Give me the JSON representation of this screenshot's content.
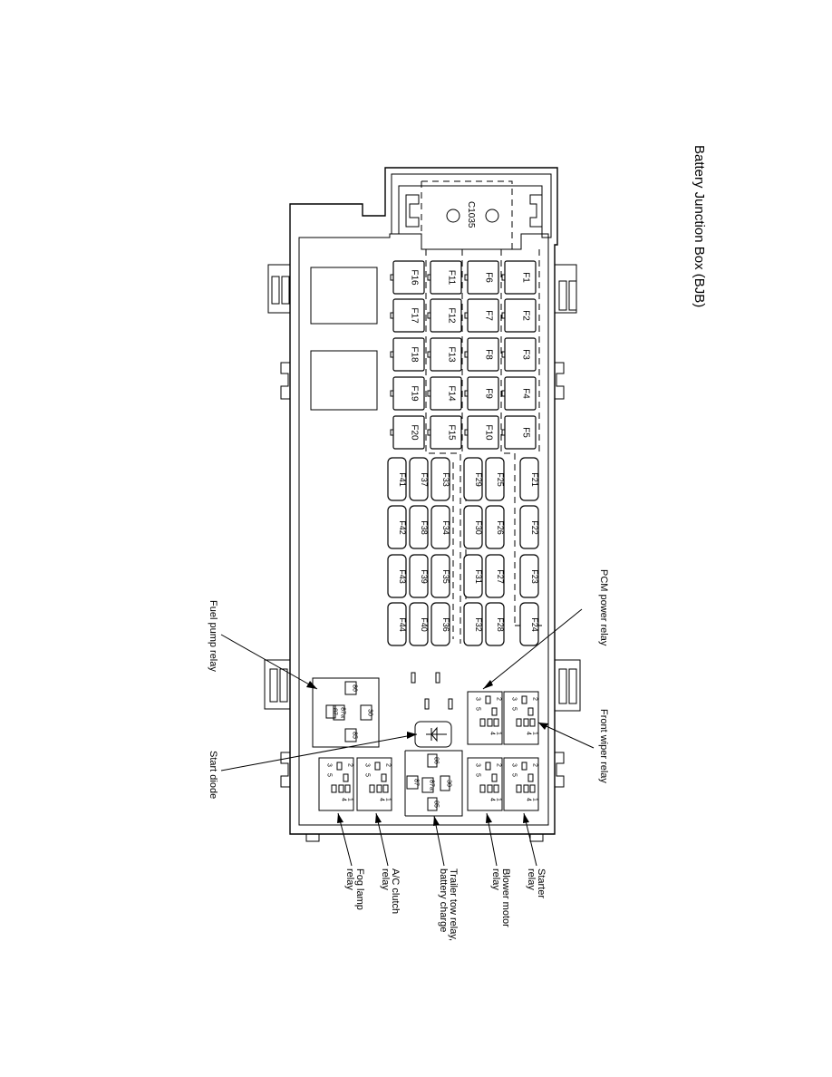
{
  "title": "Battery Junction Box (BJB)",
  "connector": "C1035",
  "fuses_top": [
    [
      "F1",
      "F2",
      "F3",
      "F4",
      "F5"
    ],
    [
      "F6",
      "F7",
      "F8",
      "F9",
      "F10"
    ],
    [
      "F11",
      "F12",
      "F13",
      "F14",
      "F15"
    ],
    [
      "F16",
      "F17",
      "F18",
      "F19",
      "F20"
    ]
  ],
  "fuses_cartridge": [
    [
      "F21",
      "F22",
      "F23",
      "F24"
    ],
    [
      "F25",
      "F26",
      "F27",
      "F28"
    ],
    [
      "F29",
      "F30",
      "F31",
      "F32"
    ],
    [
      "F33",
      "F34",
      "F35",
      "F36"
    ],
    [
      "F37",
      "F38",
      "F39",
      "F40"
    ],
    [
      "F41",
      "F42",
      "F43",
      "F44"
    ]
  ],
  "relay_pins": [
    "2",
    "4",
    "1",
    "3",
    "5"
  ],
  "relay_pins_large": [
    "86",
    "87a",
    "30",
    "87",
    "85"
  ],
  "callouts": {
    "pcm_power_relay": "PCM power relay",
    "front_wiper_relay": "Front wiper relay",
    "fuel_pump_relay": "Fuel pump relay",
    "start_diode": "Start diode",
    "starter_relay": [
      "Starter",
      "relay"
    ],
    "blower_motor_relay": [
      "Blower motor",
      "relay"
    ],
    "trailer_tow_relay": [
      "Trailer tow relay,",
      "battery charge"
    ],
    "ac_clutch_relay": [
      "A/C clutch",
      "relay"
    ],
    "fog_lamp_relay": [
      "Fog lamp",
      "relay"
    ]
  }
}
